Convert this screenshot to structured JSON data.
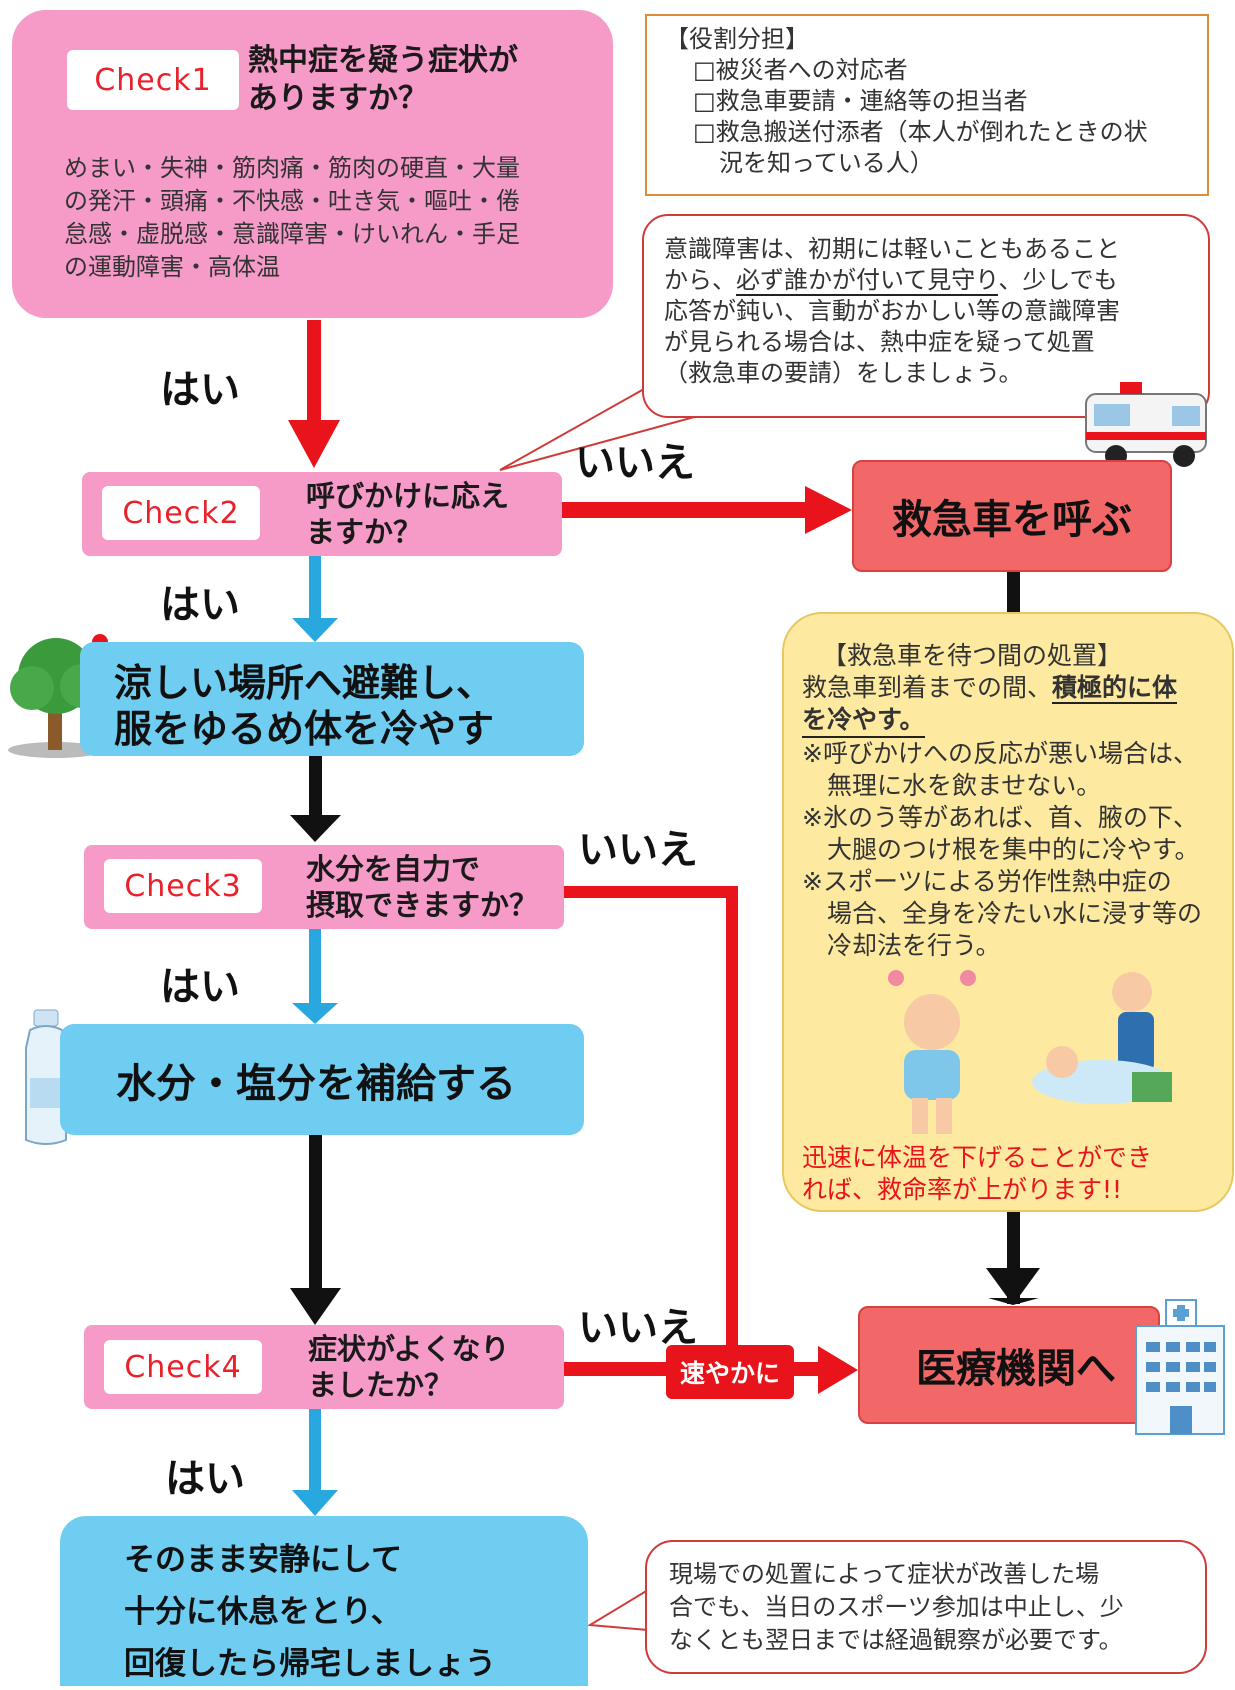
{
  "roles": {
    "title": "【役割分担】",
    "items": [
      "□被災者への対応者",
      "□救急車要請・連絡等の担当者",
      "□救急搬送付添者（本人が倒れたときの状",
      "況を知っている人）"
    ]
  },
  "check1": {
    "badge": "Check1",
    "question_l1": "熱中症を疑う症状が",
    "question_l2": "ありますか？",
    "symptoms": [
      "めまい・失神・筋肉痛・筋肉の硬直・大量",
      "の発汗・頭痛・不快感・吐き気・嘔吐・倦",
      "怠感・虚脱感・意識障害・けいれん・手足",
      "の運動障害・高体温"
    ]
  },
  "labels": {
    "yes": "はい",
    "no": "いいえ",
    "quickly": "速やかに"
  },
  "consciousness_note": {
    "l1": "意識障害は、初期には軽いこともあること",
    "l2a": "から、",
    "l2b": "必ず誰かが付いて見守り",
    "l2c": "、少しでも",
    "l3": "応答が鈍い、言動がおかしい等の意識障害",
    "l4": "が見られる場合は、熱中症を疑って処置",
    "l5": "（救急車の要請）をしましょう。"
  },
  "check2": {
    "badge": "Check2",
    "question_l1": "呼びかけに応え",
    "question_l2": "ますか？"
  },
  "call_ambulance": "救急車を呼ぶ",
  "cool_down": {
    "l1": "涼しい場所へ避難し、",
    "l2": "服をゆるめ体を冷やす"
  },
  "waiting": {
    "title": "【救急車を待つ間の処置】",
    "l1a": "救急車到着までの間、",
    "l1b": "積極的に体",
    "l2": "を冷やす。",
    "notes": [
      "※呼びかけへの反応が悪い場合は、",
      "　無理に水を飲ませない。",
      "※氷のう等があれば、首、腋の下、",
      "　大腿のつけ根を集中的に冷やす。",
      "※スポーツによる労作性熱中症の",
      "　場合、全身を冷たい水に浸す等の",
      "　冷却法を行う。"
    ],
    "red_l1": "迅速に体温を下げることができ",
    "red_l2": "れば、救命率が上がります!!"
  },
  "check3": {
    "badge": "Check3",
    "question_l1": "水分を自力で",
    "question_l2": "摂取できますか？"
  },
  "hydrate": "水分・塩分を補給する",
  "check4": {
    "badge": "Check4",
    "question_l1": "症状がよくなり",
    "question_l2": "ましたか？"
  },
  "hospital": "医療機関へ",
  "rest": {
    "l1": "そのまま安静にして",
    "l2": "十分に休息をとり、",
    "l3": "回復したら帰宅しましょう"
  },
  "final_note": {
    "l1": "現場での処置によって症状が改善した場",
    "l2": "合でも、当日のスポーツ参加は中止し、少",
    "l3": "なくとも翌日までは経過観察が必要です。"
  },
  "colors": {
    "pink": "#f69ac8",
    "blue": "#6fcdf2",
    "red_arrow": "#e8131b",
    "blue_arrow": "#29a8e0",
    "yellow": "#fde9a0",
    "red_box": "#f26868"
  }
}
